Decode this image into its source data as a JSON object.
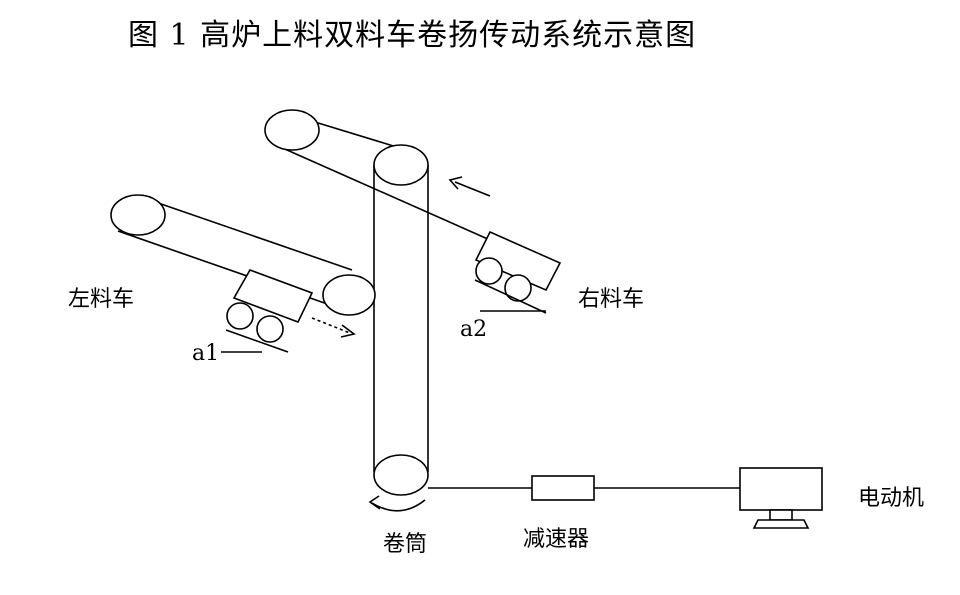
{
  "title": "图 1  高炉上料双料车卷扬传动系统示意图",
  "labels": {
    "left_car": "左料车",
    "right_car": "右料车",
    "a1": "a1",
    "a2": "a2",
    "drum": "卷筒",
    "reducer": "减速器",
    "motor": "电动机"
  }
}
